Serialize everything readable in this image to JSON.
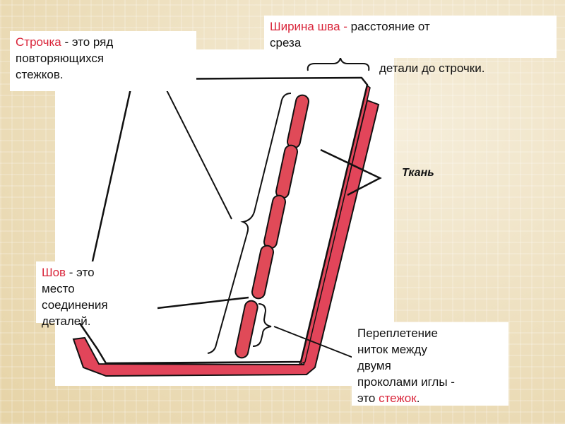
{
  "labels": {
    "stitch_line": {
      "term": "Строчка",
      "lines": [
        " - это ряд",
        "повторяющихся",
        "стежков."
      ]
    },
    "seam_width": {
      "term": "Ширина шва -",
      "line1_rest": " расстояние от",
      "line2": "среза",
      "continuation": "детали до строчки."
    },
    "fabric": "Ткань",
    "seam": {
      "term": "Шов",
      "lines": [
        " - это",
        "место",
        "соединения",
        "деталей."
      ]
    },
    "stitch": {
      "lines": [
        "Переплетение",
        "ниток между",
        "двумя",
        "проколами иглы -"
      ],
      "last_prefix": "это ",
      "term": "стежок",
      "last_suffix": "."
    }
  },
  "colors": {
    "term_red": "#d9253a",
    "fabric_red": "#e2455a",
    "stitch_red": "#e04a58",
    "outline": "#111111",
    "page": "#ffffff"
  }
}
